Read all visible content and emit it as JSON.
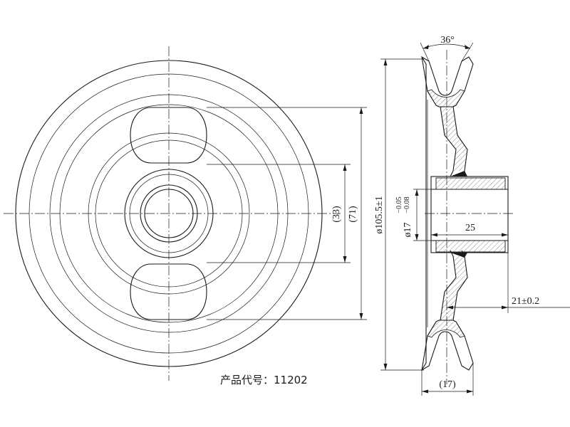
{
  "drawing": {
    "product_code_label": "产品代号：11202",
    "dimensions": {
      "groove_angle": "36°",
      "outer_diameter": "ø105.5±1",
      "bore": "ø17",
      "bore_tol_upper": "−0.05",
      "bore_tol_lower": "−0.08",
      "hub_length": "25",
      "offset": "21±0.2",
      "rim_width": "(17)",
      "ref_33": "(33)",
      "ref_71": "(71)"
    }
  }
}
